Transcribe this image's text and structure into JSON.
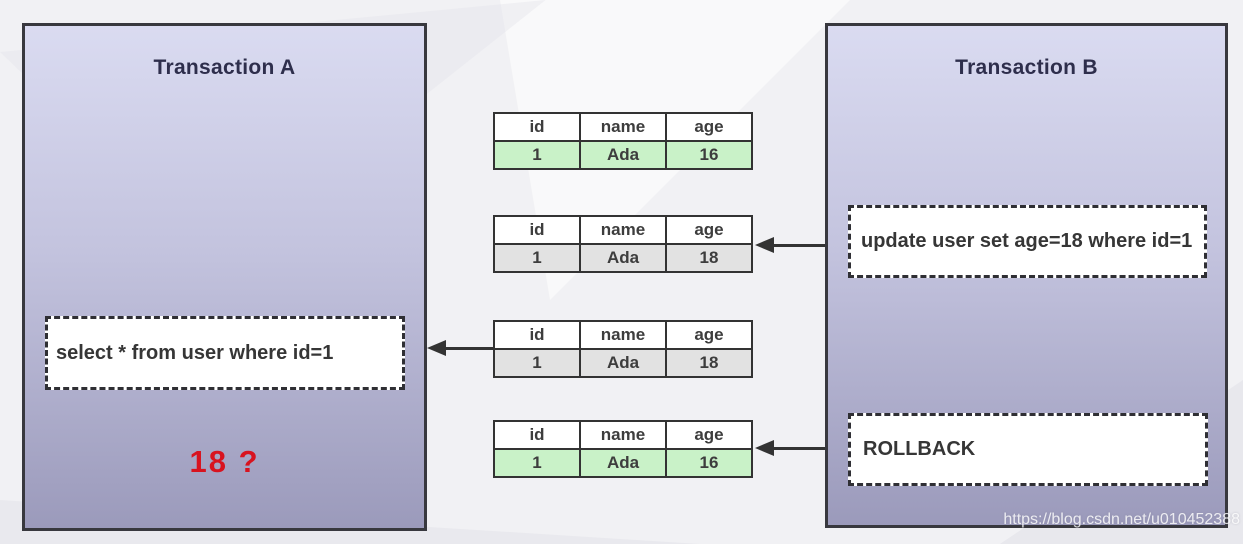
{
  "colors": {
    "panel_gradient_top": "#dadbf1",
    "panel_gradient_bottom": "#9b9abb",
    "panel_border": "#38383e",
    "table_border": "#333333",
    "row_green": "#c9f2c8",
    "row_gray": "#e2e2e2",
    "accent_red": "#d8131f",
    "arrow": "#333333"
  },
  "transaction_a": {
    "title": "Transaction A",
    "select_sql": "select * from user where id=1",
    "result_text": "18  ?"
  },
  "transaction_b": {
    "title": "Transaction B",
    "update_sql": "update user set age=18 where id=1",
    "rollback_sql": "ROLLBACK"
  },
  "tables": [
    {
      "headers": [
        "id",
        "name",
        "age"
      ],
      "row": [
        "1",
        "Ada",
        "16"
      ],
      "row_color": "green"
    },
    {
      "headers": [
        "id",
        "name",
        "age"
      ],
      "row": [
        "1",
        "Ada",
        "18"
      ],
      "row_color": "gray"
    },
    {
      "headers": [
        "id",
        "name",
        "age"
      ],
      "row": [
        "1",
        "Ada",
        "18"
      ],
      "row_color": "gray"
    },
    {
      "headers": [
        "id",
        "name",
        "age"
      ],
      "row": [
        "1",
        "Ada",
        "16"
      ],
      "row_color": "green"
    }
  ],
  "watermark": "https://blog.csdn.net/u010452388"
}
